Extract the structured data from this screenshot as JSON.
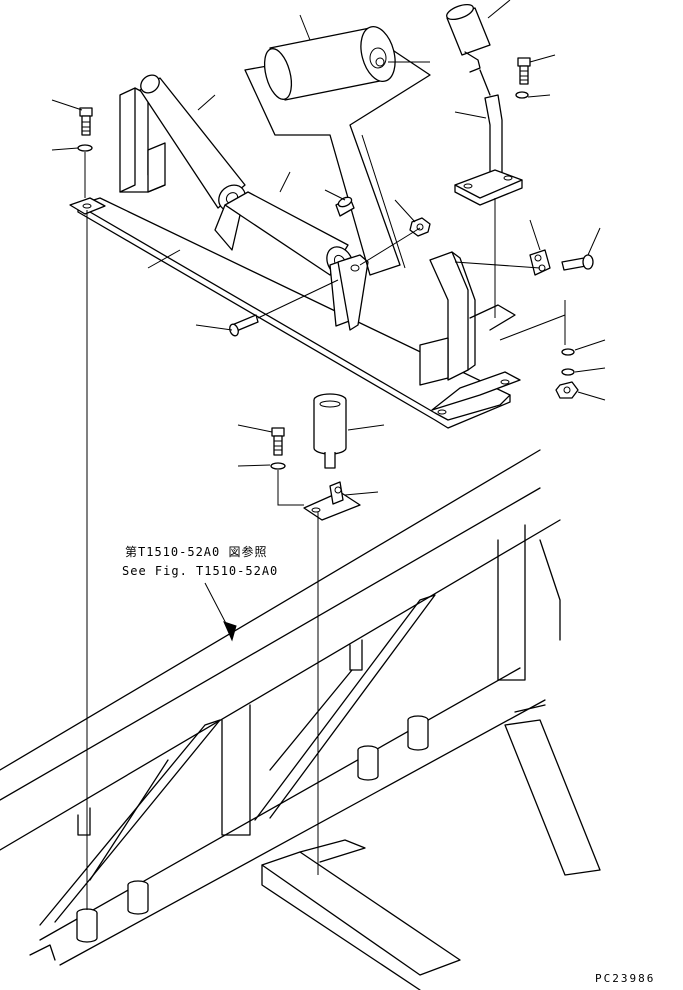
{
  "reference_note": {
    "line1": "第T1510-52A0 図参照",
    "line2": "See Fig. T1510-52A0"
  },
  "drawing_code": "PC23986"
}
